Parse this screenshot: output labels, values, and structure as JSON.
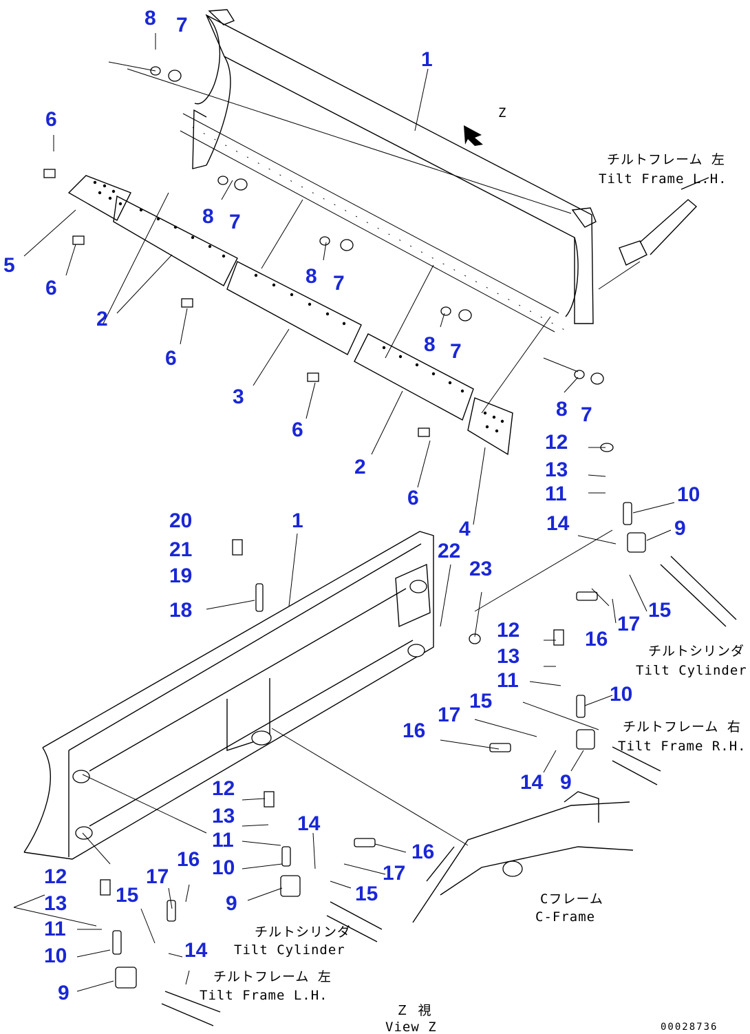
{
  "diagram": {
    "view_letter": "Z",
    "view_caption_jp": "Ｚ 視",
    "view_caption_en": "View Z",
    "drawing_number": "00028736"
  },
  "labels": {
    "tilt_frame_lh_top_jp": "チルトフレーム 左",
    "tilt_frame_lh_top_en": "Tilt Frame L.H.",
    "tilt_cylinder_right_jp": "チルトシリンダ",
    "tilt_cylinder_right_en": "Tilt Cylinder",
    "tilt_frame_rh_jp": "チルトフレーム 右",
    "tilt_frame_rh_en": "Tilt Frame R.H.",
    "c_frame_jp": "Cフレーム",
    "c_frame_en": "C-Frame",
    "tilt_cylinder_bottom_jp": "チルトシリンダ",
    "tilt_cylinder_bottom_en": "Tilt Cylinder",
    "tilt_frame_lh_bottom_jp": "チルトフレーム 左",
    "tilt_frame_lh_bottom_en": "Tilt Frame L.H."
  },
  "callouts": [
    "8",
    "7",
    "1",
    "6",
    "8",
    "7",
    "8",
    "7",
    "5",
    "6",
    "2",
    "6",
    "8",
    "7",
    "3",
    "6",
    "8",
    "7",
    "2",
    "6",
    "4",
    "12",
    "13",
    "11",
    "10",
    "14",
    "9",
    "20",
    "1",
    "21",
    "22",
    "23",
    "19",
    "18",
    "15",
    "16",
    "17",
    "12",
    "13",
    "11",
    "10",
    "15",
    "17",
    "16",
    "14",
    "9",
    "12",
    "14",
    "13",
    "11",
    "16",
    "10",
    "17",
    "9",
    "15",
    "12",
    "17",
    "16",
    "13",
    "15",
    "11",
    "10",
    "14",
    "9"
  ]
}
